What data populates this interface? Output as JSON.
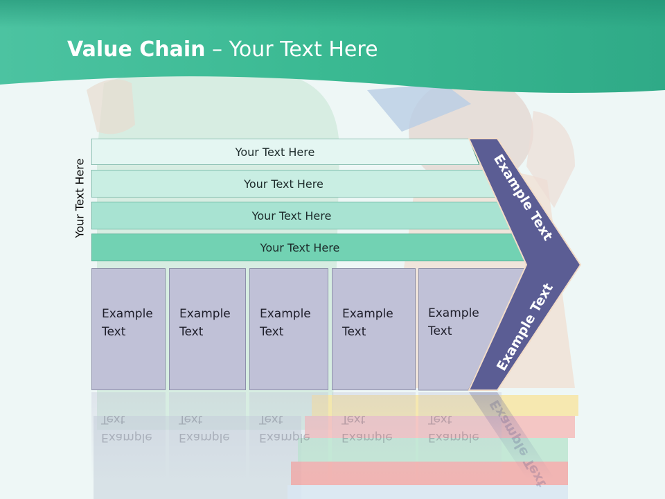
{
  "title": {
    "bold": "Value Chain",
    "rest": " – Your Text Here"
  },
  "side_label": "Your Text Here",
  "rows": [
    {
      "label": "Your Text Here",
      "color": "#e4f6f2"
    },
    {
      "label": "Your Text Here",
      "color": "#c9eee3"
    },
    {
      "label": "Your Text Here",
      "color": "#a8e3d2"
    },
    {
      "label": "Your Text Here",
      "color": "#72d2b3"
    }
  ],
  "boxes": [
    {
      "line1": "Example",
      "line2": "Text"
    },
    {
      "line1": "Example",
      "line2": "Text"
    },
    {
      "line1": "Example",
      "line2": "Text"
    },
    {
      "line1": "Example",
      "line2": "Text"
    },
    {
      "line1": "Example",
      "line2": "Text"
    }
  ],
  "chevron": {
    "top_label": "Example Text",
    "bottom_label": "Example Text",
    "color": "#5b5d94"
  },
  "colors": {
    "header": "#3cbd98",
    "box": "#c0c1d7"
  }
}
